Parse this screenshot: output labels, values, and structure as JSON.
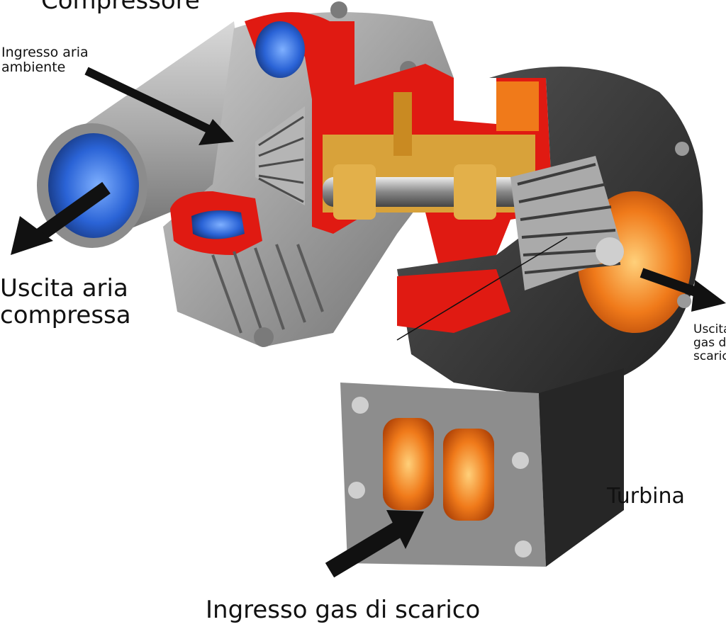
{
  "diagram": {
    "labels": {
      "compressor_title": "Compressore",
      "air_inlet_line1": "Ingresso aria",
      "air_inlet_line2": "ambiente",
      "compressed_out_line1": "Uscita aria",
      "compressed_out_line2": "compressa",
      "turbine": "Turbina",
      "exhaust_in": "Ingresso gas di scarico",
      "exhaust_out_line1": "Uscita",
      "exhaust_out_line2": "gas di",
      "exhaust_out_line3": "scarico"
    },
    "colors": {
      "section_red": "#e01a12",
      "casing_grey": "#9a9a9a",
      "turbine_dark": "#2b2b2b",
      "hot_orange": "#f07a1a",
      "intake_blue": "#2a63d6",
      "bearing_gold": "#d8a23a",
      "arrow_black": "#111111"
    }
  }
}
